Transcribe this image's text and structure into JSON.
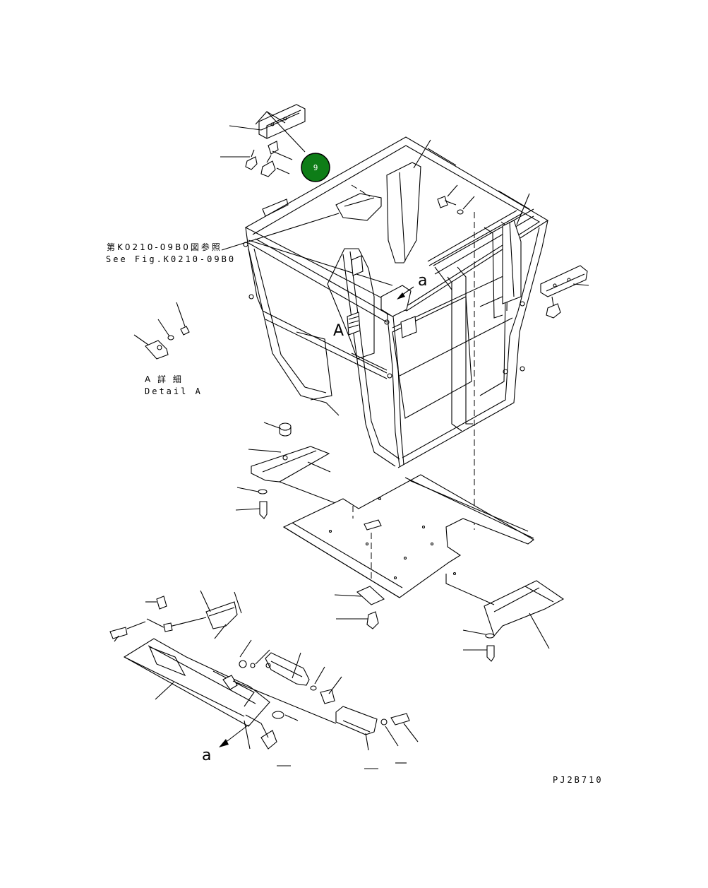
{
  "callout": {
    "number": "9",
    "color": "#0e7d17"
  },
  "labels": {
    "ref_jp": "第K0210-09B0図参照",
    "ref_en": "See Fig.K0210-09B0",
    "detail_jp": "A 詳 細",
    "detail_en": "Detail A",
    "view_a": "A",
    "arrow_a_upper": "a",
    "arrow_a_lower": "a",
    "drawing_code": "PJ2B710"
  }
}
